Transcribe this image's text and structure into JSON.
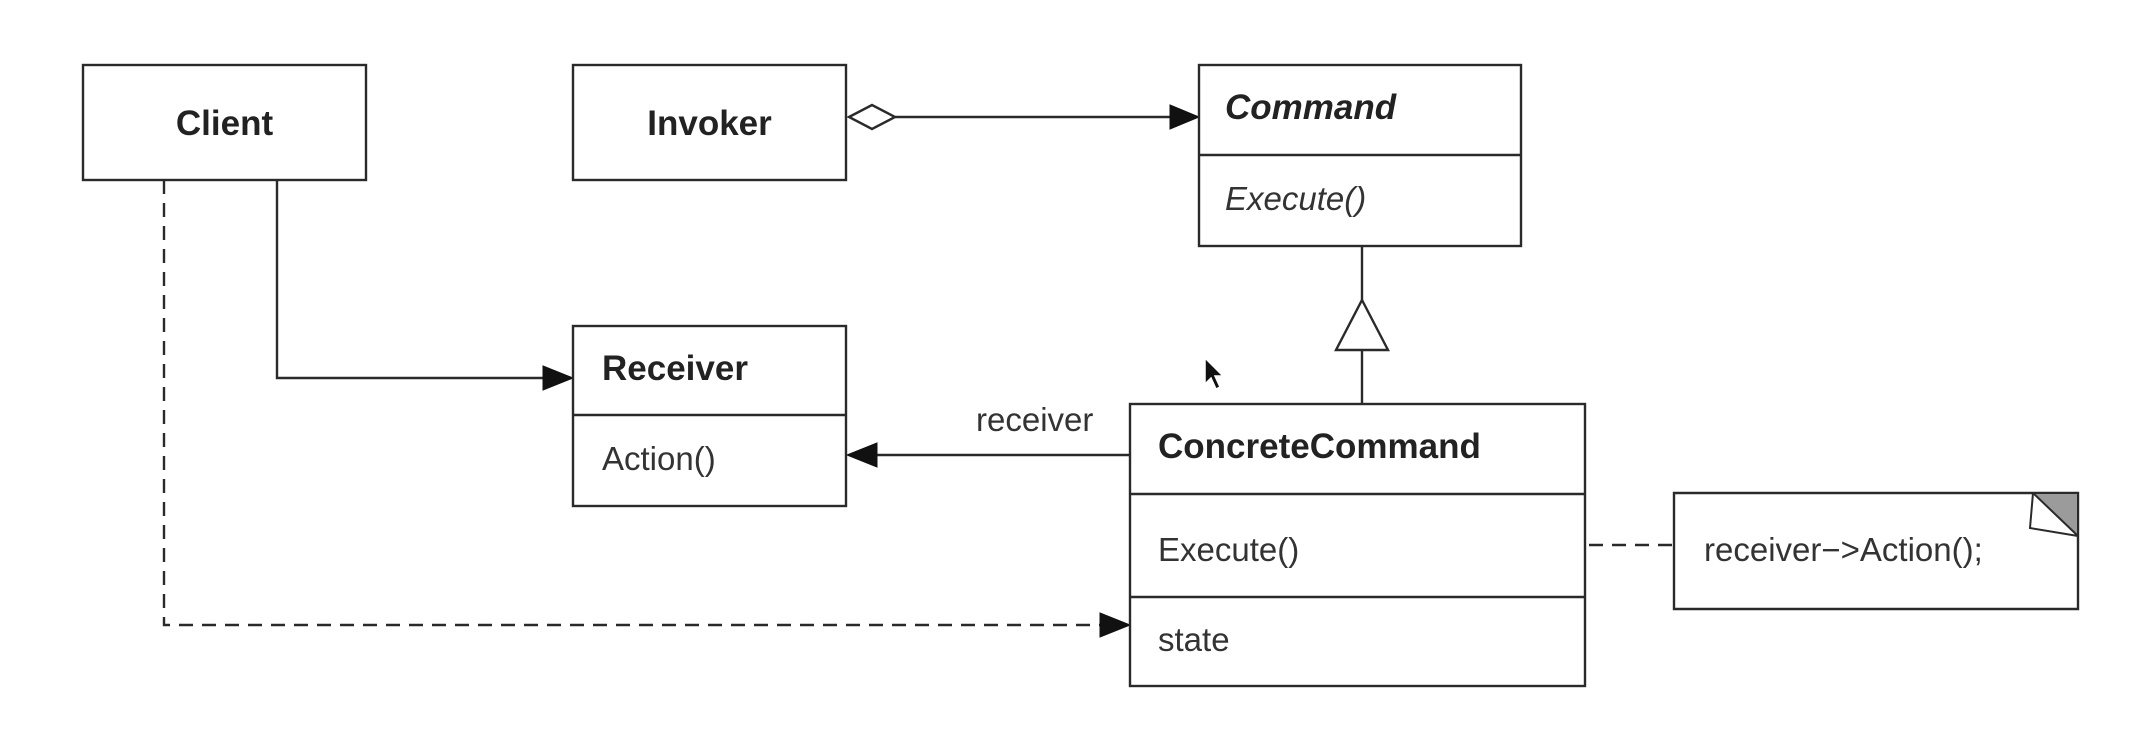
{
  "classes": {
    "client": {
      "name": "Client"
    },
    "invoker": {
      "name": "Invoker"
    },
    "command": {
      "name": "Command",
      "operation": "Execute()"
    },
    "receiver": {
      "name": "Receiver",
      "operation": "Action()"
    },
    "concrete_command": {
      "name": "ConcreteCommand",
      "operation": "Execute()",
      "attribute": "state"
    }
  },
  "associations": {
    "receiver_role": "receiver"
  },
  "note": {
    "text": "receiver−>Action();"
  }
}
